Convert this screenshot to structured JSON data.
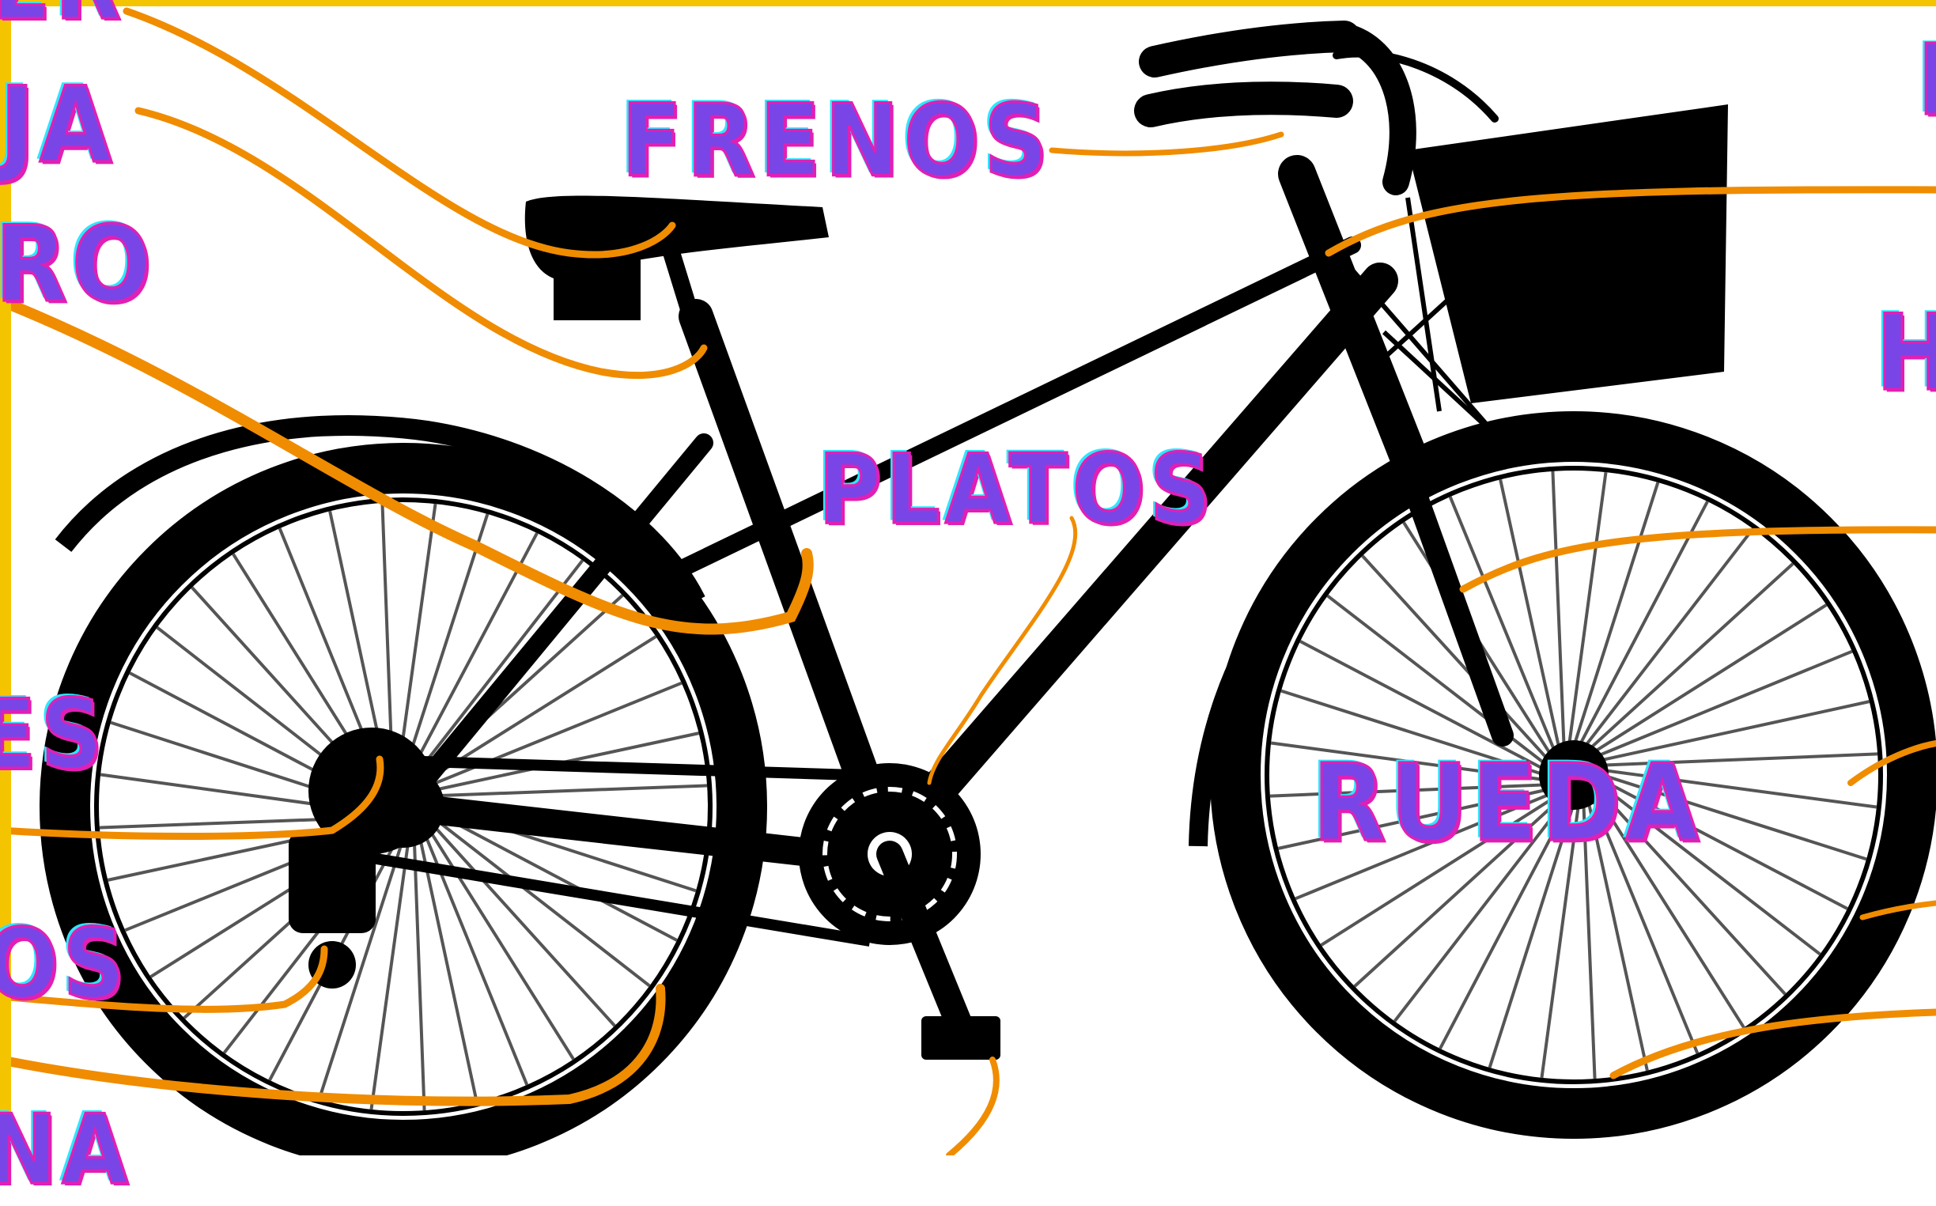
{
  "colors": {
    "frame": "#f5c400",
    "label_fill": "#7a45e6",
    "label_glow": "#2ee6ff",
    "label_outline": "#e11fb5",
    "leader": "#f08c00",
    "bike": "#000000",
    "background": "#ffffff"
  },
  "labels": {
    "frenos": "FRENOS",
    "platos": "PLATOS",
    "rueda": "RUEDA",
    "cut_ja": "JA",
    "cut_ro": "RO",
    "cut_es": "ES",
    "cut_os": "OS",
    "cut_na": "NA",
    "cut_h": "H",
    "cut_top_right": "I",
    "cut_top_left": "ER"
  },
  "image": {
    "subject": "bicycle-silhouette",
    "accessory": "front-basket"
  }
}
